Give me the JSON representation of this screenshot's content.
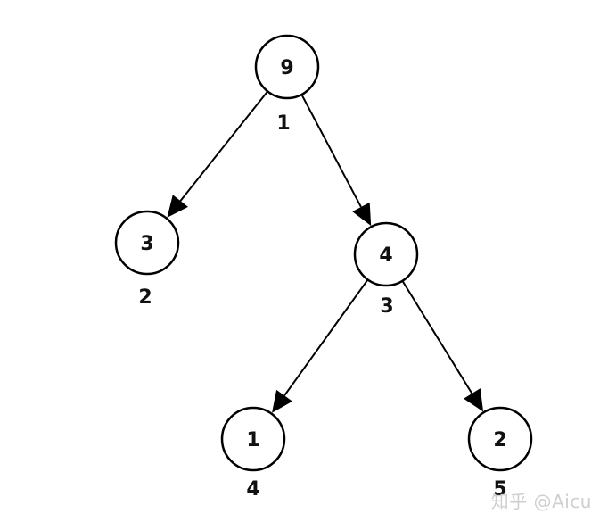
{
  "diagram": {
    "nodes": [
      {
        "id": "n1",
        "value": "9",
        "order": "1"
      },
      {
        "id": "n2",
        "value": "3",
        "order": "2"
      },
      {
        "id": "n3",
        "value": "4",
        "order": "3"
      },
      {
        "id": "n4",
        "value": "1",
        "order": "4"
      },
      {
        "id": "n5",
        "value": "2",
        "order": "5"
      }
    ],
    "edges": [
      {
        "from": "n1",
        "to": "n2"
      },
      {
        "from": "n1",
        "to": "n3"
      },
      {
        "from": "n3",
        "to": "n4"
      },
      {
        "from": "n3",
        "to": "n5"
      }
    ]
  },
  "watermark": {
    "text": "知乎 @Aicu"
  }
}
